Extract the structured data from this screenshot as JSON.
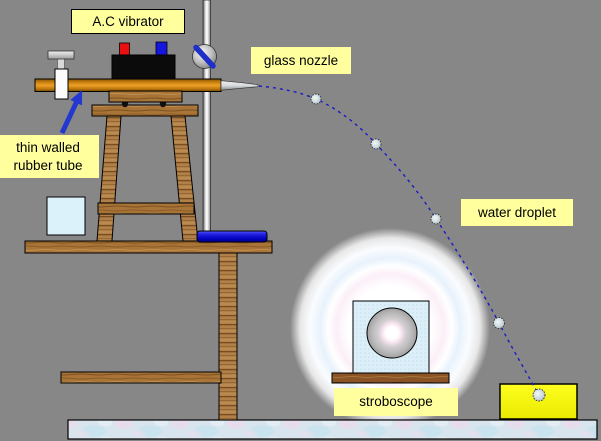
{
  "scene": {
    "background_color": "#878787",
    "label_bg_color": "#FFFF9E",
    "description": "Physics apparatus diagram: A.C vibrator squeezing a rubber tube produces water droplets from a glass nozzle; droplet trajectory observed with a stroboscope"
  },
  "labels": {
    "ac_vibrator": "A.C vibrator",
    "glass_nozzle": "glass nozzle",
    "rubber_tube": "thin walled\nrubber tube",
    "water_droplet": "water droplet",
    "stroboscope": "stroboscope"
  },
  "colors": {
    "trajectory_blue": "#1A1AC8",
    "pointer_arrow_blue": "#2438D0",
    "rubber_tube_orange": "#C77F10",
    "wood_brown": "#A87438",
    "stand_base_blue": "#1520C8",
    "collection_box_yellow": "#FBFB00",
    "vibrator_body_black": "#0B0B0B",
    "terminal_red": "#E81010",
    "terminal_blue": "#1515E0",
    "floor_blue": "#D8E5EF",
    "strobe_screen_blue": "#DCEFF8"
  },
  "droplets": {
    "count": 5,
    "points": [
      [
        316,
        99,
        5
      ],
      [
        376,
        144,
        5
      ],
      [
        436,
        219,
        5
      ],
      [
        499,
        323,
        5.5
      ],
      [
        539,
        395,
        6
      ]
    ]
  }
}
